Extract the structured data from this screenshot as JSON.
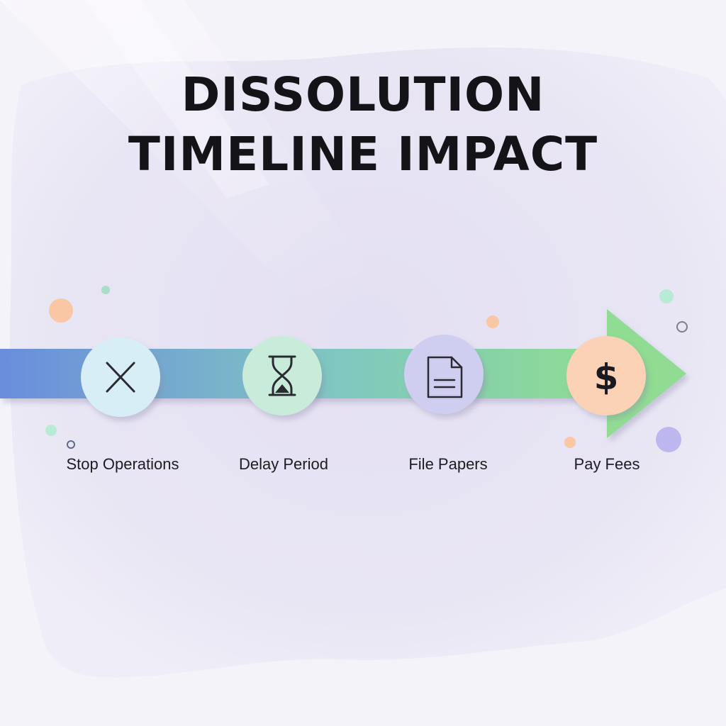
{
  "title": {
    "line1": "DISSOLUTION",
    "line2": "TIMELINE IMPACT"
  },
  "steps": [
    {
      "label": "Stop Operations",
      "icon": "close-x-icon",
      "color": "#d7eef7"
    },
    {
      "label": "Delay Period",
      "icon": "hourglass-icon",
      "color": "#c8ecd9"
    },
    {
      "label": "File Papers",
      "icon": "document-icon",
      "color": "#cfcdf0"
    },
    {
      "label": "Pay Fees",
      "icon": "dollar-icon",
      "color": "#fcd2b6",
      "symbol": "$"
    }
  ],
  "arrow": {
    "gradient_start": "#6a8ddd",
    "gradient_mid": "#7fc7c0",
    "gradient_end": "#8fdc92"
  }
}
